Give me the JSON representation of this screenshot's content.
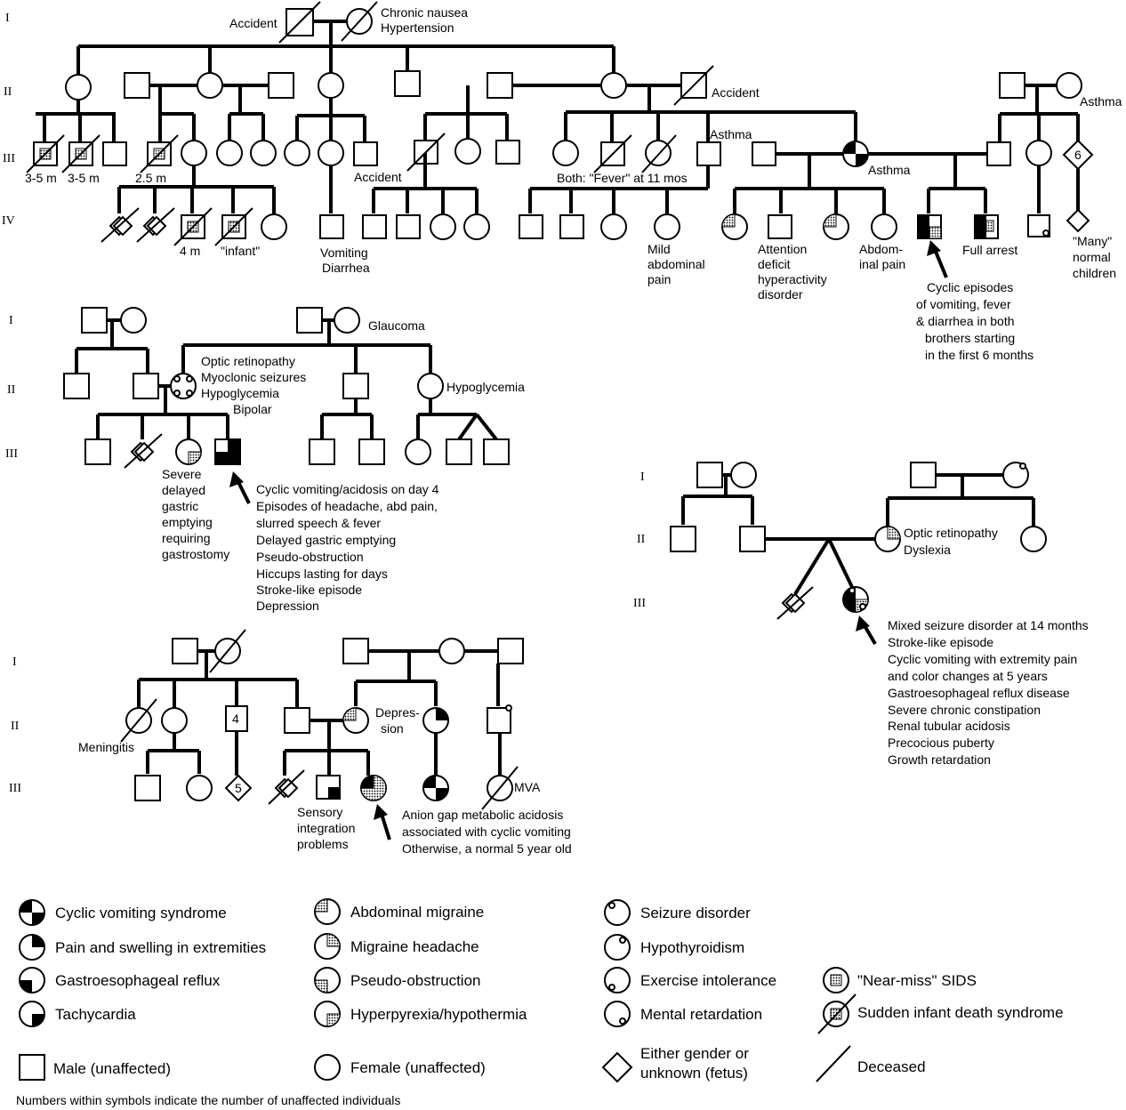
{
  "generations": [
    "I",
    "II",
    "III",
    "IV"
  ],
  "family1": {
    "labels": {
      "accident_top": "Accident",
      "chronic_nausea": "Chronic nausea",
      "hypertension": "Hypertension",
      "accident_ii": "Accident",
      "asthma_top": "Asthma",
      "asthma_mid": "Asthma",
      "asthma_iii": "Asthma",
      "age_a": "3-5 m",
      "age_b": "3-5 m",
      "age_c": "2.5 m",
      "accident_iii": "Accident",
      "both_fever": "Both: \"Fever\" at 11 mos",
      "age_4m": "4 m",
      "infant": "\"infant\"",
      "vomiting": "Vomiting",
      "diarrhea": "Diarrhea",
      "mild": "Mild",
      "abdominal": "abdominal",
      "pain": "pain",
      "attention": "Attention",
      "deficit": "deficit",
      "hyperactivity": "hyperactivity",
      "disorder": "disorder",
      "abdom": "Abdom-",
      "inal_pain": "inal pain",
      "full_arrest": "Full arrest",
      "many": "\"Many\"",
      "normal": "normal",
      "children": "children",
      "six": "6"
    },
    "proband_note": [
      "Cyclic episodes",
      "of vomiting, fever",
      "& diarrhea in both",
      "brothers starting",
      "in the first 6 months"
    ]
  },
  "family2": {
    "labels": {
      "glaucoma": "Glaucoma",
      "hypoglycemia": "Hypoglycemia",
      "severe": [
        "Severe",
        "delayed",
        "gastric",
        "emptying",
        "requiring",
        "gastrostomy"
      ]
    },
    "mother_conditions": [
      "Optic retinopathy",
      "Myoclonic seizures",
      "Hypoglycemia",
      "Bipolar"
    ],
    "proband_note": [
      "Cyclic vomiting/acidosis on day 4",
      "Episodes of headache, abd pain,",
      "slurred speech & fever",
      "Delayed gastric emptying",
      "Pseudo-obstruction",
      "Hiccups lasting for days",
      "Stroke-like episode",
      "Depression"
    ]
  },
  "family3": {
    "mother_conditions": [
      "Optic retinopathy",
      "Dyslexia"
    ],
    "proband_note": [
      "Mixed seizure disorder at 14 months",
      "Stroke-like episode",
      "Cyclic vomiting with extremity pain",
      "and color changes at 5 years",
      "Gastroesophageal reflux disease",
      "Severe chronic constipation",
      "Renal tubular acidosis",
      "Precocious puberty",
      "Growth retardation"
    ]
  },
  "family4": {
    "labels": {
      "meningitis": "Meningitis",
      "depression_a": "Depres-",
      "depression_b": "sion",
      "mva": "MVA",
      "four": "4",
      "five": "5",
      "sensory": [
        "Sensory",
        "integration",
        "problems"
      ]
    },
    "proband_note": [
      "Anion gap metabolic acidosis",
      "associated with cyclic vomiting",
      "Otherwise, a normal 5 year old"
    ]
  },
  "legend": {
    "col1": [
      "Cyclic vomiting syndrome",
      "Pain and swelling in extremities",
      "Gastroesophageal reflux",
      "Tachycardia"
    ],
    "col2": [
      "Abdominal migraine",
      "Migraine headache",
      "Pseudo-obstruction",
      "Hyperpyrexia/hypothermia"
    ],
    "col3": [
      "Seizure disorder",
      "Hypothyroidism",
      "Exercise intolerance",
      "Mental retardation"
    ],
    "col4": [
      "\"Near-miss\" SIDS",
      "Sudden infant death syndrome"
    ],
    "male": "Male (unaffected)",
    "female": "Female (unaffected)",
    "either_a": "Either gender or",
    "either_b": "unknown (fetus)",
    "deceased": "Deceased",
    "footnote": "Numbers within symbols indicate the number of unaffected individuals"
  }
}
